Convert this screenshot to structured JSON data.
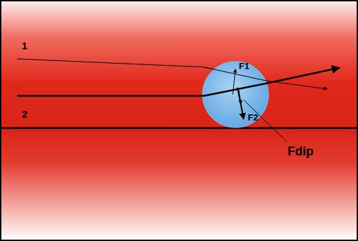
{
  "diagram": {
    "labels": [
      "1",
      "2",
      "F1",
      "F2",
      "Fdip"
    ]
  }
}
